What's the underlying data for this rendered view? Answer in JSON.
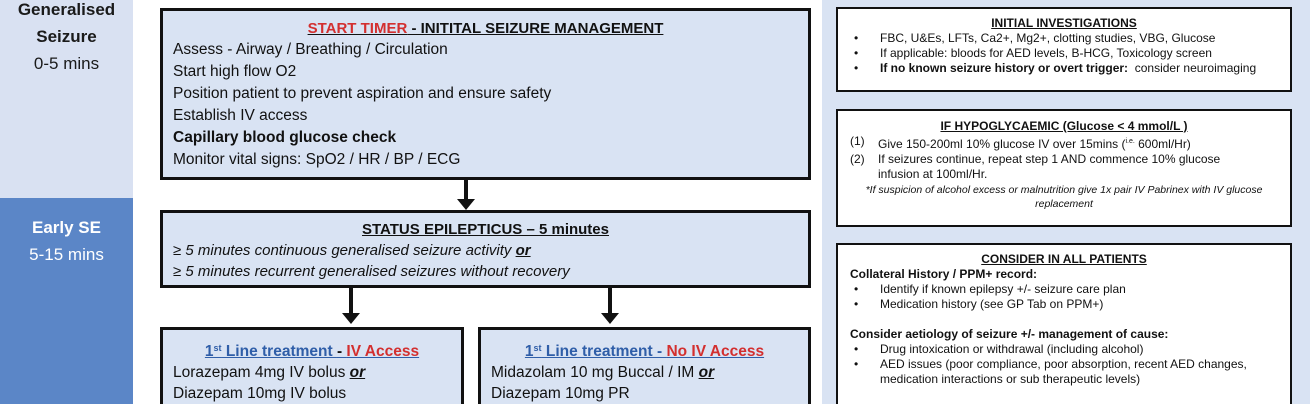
{
  "stages": [
    {
      "name": "Generalised Seizure",
      "time": "0-5 mins"
    },
    {
      "name": "Early SE",
      "time": "5-15 mins"
    }
  ],
  "initial_management": {
    "title_red": "START TIMER",
    "title_rest": " - INITITAL SEIZURE MANAGEMENT",
    "lines": [
      "Assess - Airway / Breathing / Circulation",
      "Start high flow O2",
      "Position patient to prevent aspiration and ensure safety",
      "Establish IV access",
      "Capillary blood glucose check",
      "Monitor vital signs: SpO2 / HR / BP / ECG"
    ]
  },
  "status_epilepticus": {
    "title": "STATUS EPILEPTICUS – 5 minutes",
    "line1_a": "≥ 5 minutes continuous generalised seizure activity ",
    "line1_or": "or",
    "line2": "≥ 5 minutes recurrent generalised seizures without recovery"
  },
  "first_line_iv": {
    "title_sup": "st",
    "title_num": "1",
    "title_rest": " Line treatment ",
    "title_dash": "- ",
    "title_red": "IV Access",
    "line1_a": "Lorazepam 4mg IV bolus ",
    "line1_or": "or",
    "line2": "Diazepam 10mg IV bolus"
  },
  "first_line_no_iv": {
    "title_num": "1",
    "title_sup": "st",
    "title_rest": " Line treatment - ",
    "title_red": "No IV Access",
    "line1_a": "Midazolam 10 mg Buccal / IM ",
    "line1_or": "or",
    "line2": "Diazepam 10mg PR"
  },
  "investigations": {
    "title": "INITIAL INVESTIGATIONS",
    "items": [
      "FBC, U&Es, LFTs, Ca2+, Mg2+, clotting studies, VBG, Glucose",
      "If applicable: bloods for AED levels, B-HCG, Toxicology screen"
    ],
    "item3_bold": "If no known seizure history or overt trigger:",
    "item3_rest": "  consider neuroimaging"
  },
  "hypoglycaemic": {
    "title": "IF HYPOGLYCAEMIC (Glucose < 4 mmol/L )",
    "step1_num": "(1)",
    "step1_a": "Give 150-200ml 10% glucose IV over 15mins (",
    "step1_sup": "i.e.",
    "step1_b": " 600ml/Hr)",
    "step2_num": "(2)",
    "step2_a": "If seizures continue, repeat step 1 AND commence 10% glucose",
    "step2_b": "infusion at 100ml/Hr.",
    "note": "*If suspicion of alcohol excess or malnutrition give 1x pair IV Pabrinex with IV glucose replacement"
  },
  "consider": {
    "title": "CONSIDER IN ALL PATIENTS",
    "sub1": "Collateral History / PPM+ record:",
    "items1": [
      "Identify if known epilepsy +/-  seizure care plan",
      "Medication history (see GP Tab on PPM+)"
    ],
    "sub2": "Consider aetiology of seizure +/- management of cause:",
    "items2": [
      "Drug intoxication or withdrawal (including alcohol)",
      "AED issues (poor compliance, poor absorption, recent AED changes, medication interactions or sub therapeutic levels)"
    ]
  }
}
